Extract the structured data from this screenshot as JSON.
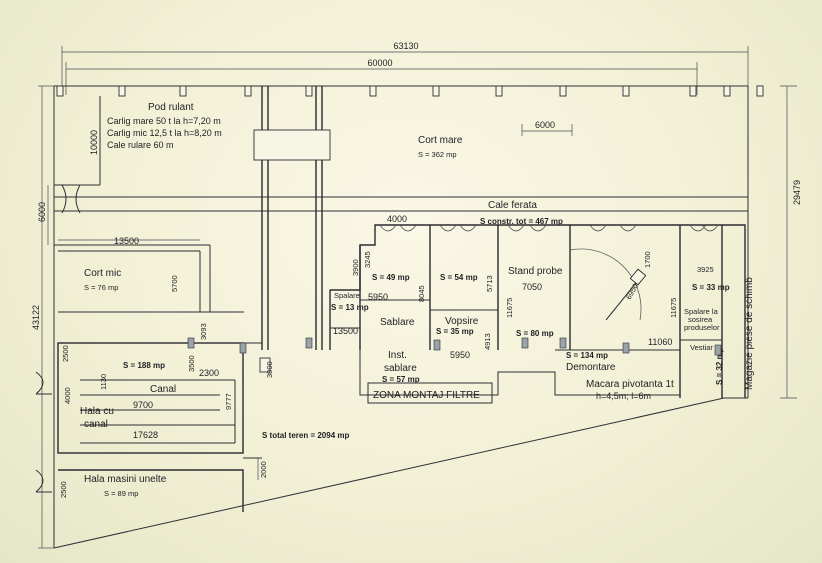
{
  "dims": {
    "total_width": "63130",
    "inner_width": "60000",
    "span": "6000",
    "left_top_h": "10000",
    "left_rail_h": "6000",
    "left_total_h": "43122",
    "right_total_h": "29479",
    "sablare_w": "4000",
    "d3900": "3900",
    "d3245": "3245",
    "d5950a": "5950",
    "d8045": "8045",
    "d5713": "5713",
    "d7050": "7050",
    "d1700": "1700",
    "d3925": "3925",
    "d13500a": "13500",
    "d5700": "5700",
    "d3093": "3093",
    "d13500b": "13500",
    "d4913": "4913",
    "d5950b": "5950",
    "d11675a": "11675",
    "d11675b": "11675",
    "d11060": "11060",
    "d6950": "6950",
    "d2500a": "2500",
    "d3500": "3500",
    "d2300": "2300",
    "d1130": "1130",
    "d4000v": "4000",
    "d9700": "9700",
    "d9777": "9777",
    "d17628": "17628",
    "d3000": "3000",
    "d2000": "2000",
    "d2500b": "2500"
  },
  "labels": {
    "pod_rulant": "Pod rulant",
    "carlig_mare": "Carlig mare 50 t la h=7,20 m",
    "carlig_mic": "Carlig mic 12,5 t la h=8,20 m",
    "cale_rulare": "Cale rulare 60 m",
    "cort_mare": "Cort mare",
    "cort_mare_s": "S = 362 mp",
    "cale_ferata": "Cale ferata",
    "s_constr": "S constr. tot = 467 mp",
    "cort_mic": "Cort mic",
    "cort_mic_s": "S = 76 mp",
    "s49": "S = 49 mp",
    "s54": "S = 54 mp",
    "stand_probe": "Stand probe",
    "s33": "S = 33 mp",
    "spalare": "Spalare",
    "spalare_s": "S = 13 mp",
    "sablare": "Sablare",
    "vopsire": "Vopsire",
    "vopsire_s": "S = 35 mp",
    "s80": "S = 80 mp",
    "spalare_la_sosirea": "Spalare la",
    "spalare_la_sosirea2": "sosirea",
    "spalare_la_sosirea3": "produselor",
    "vestiar": "Vestiar",
    "s32": "S = 32 mp",
    "inst": "Inst.",
    "inst_sablare": "sablare",
    "inst_s": "S = 57 mp",
    "s134": "S = 134 mp",
    "demontare": "Demontare",
    "zona_montaj": "ZONA MONTAJ FILTRE",
    "macara": "Macara pivotanta 1t",
    "macara2": "h=4,5m; l=6m",
    "magazie": "Magazie piese de schimb",
    "s188": "S = 188 mp",
    "canal": "Canal",
    "hala_cu": "Hala cu",
    "hala_canal": "canal",
    "s_total": "S total teren = 2094 mp",
    "hala_masini": "Hala masini unelte",
    "hala_masini_s": "S = 89 mp"
  }
}
